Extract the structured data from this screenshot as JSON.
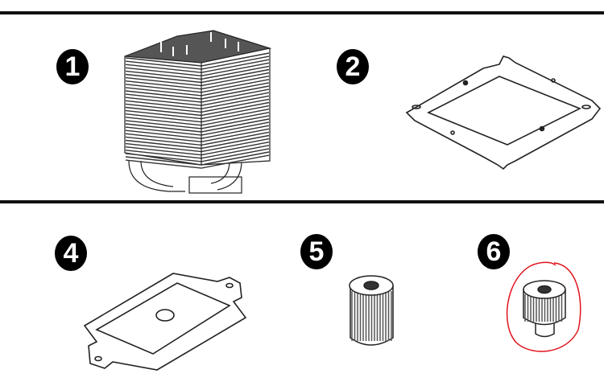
{
  "parts": [
    {
      "number": "1",
      "icon": "heatsink-icon"
    },
    {
      "number": "2",
      "icon": "mounting-frame-icon"
    },
    {
      "number": "4",
      "icon": "backplate-icon"
    },
    {
      "number": "5",
      "icon": "standoff-icon"
    },
    {
      "number": "6",
      "icon": "thumb-screw-icon",
      "highlighted": true
    }
  ],
  "colors": {
    "line": "#111111",
    "highlight": "#e0141e"
  }
}
